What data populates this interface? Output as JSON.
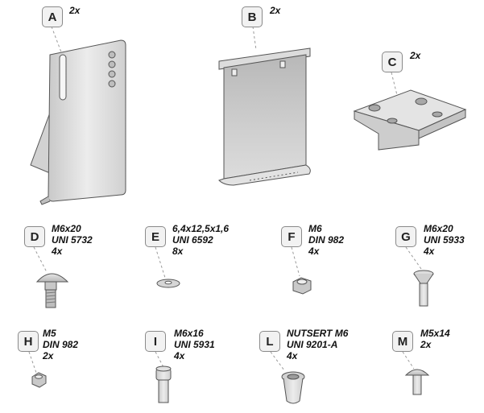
{
  "parts": [
    {
      "id": "part-a",
      "letter": "A",
      "qty": "2x"
    },
    {
      "id": "part-b",
      "letter": "B",
      "qty": "2x"
    },
    {
      "id": "part-c",
      "letter": "C",
      "qty": "2x"
    },
    {
      "id": "part-d",
      "letter": "D",
      "lines": [
        "M6x20",
        "UNI 5732",
        "4x"
      ]
    },
    {
      "id": "part-e",
      "letter": "E",
      "lines": [
        "6,4x12,5x1,6",
        "UNI 6592",
        "8x"
      ]
    },
    {
      "id": "part-f",
      "letter": "F",
      "lines": [
        "M6",
        "DIN 982",
        "4x"
      ]
    },
    {
      "id": "part-g",
      "letter": "G",
      "lines": [
        "M6x20",
        "UNI 5933",
        "4x"
      ]
    },
    {
      "id": "part-h",
      "letter": "H",
      "lines": [
        "M5",
        "DIN 982",
        "2x"
      ]
    },
    {
      "id": "part-i",
      "letter": "I",
      "lines": [
        "M6x16",
        "UNI 5931",
        "4x"
      ]
    },
    {
      "id": "part-l",
      "letter": "L",
      "lines": [
        "NUTSERT M6",
        "UNI 9201-A",
        "4x"
      ]
    },
    {
      "id": "part-m",
      "letter": "M",
      "lines": [
        "M5x14",
        "2x"
      ]
    }
  ]
}
